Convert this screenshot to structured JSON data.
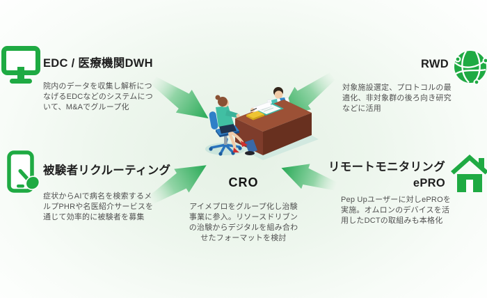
{
  "colors": {
    "icon_green": "#1faa43",
    "arrow_green": "#28a956",
    "title_text": "#1f1f1f",
    "body_text": "#4f4f4f"
  },
  "quadrants": {
    "edc": {
      "icon": "monitor-icon",
      "title": "EDC / 医療機関DWH",
      "body": "院内のデータを収集し解析につ\nなげるEDCなどのシステムにつ\nいて、M&Aでグループ化"
    },
    "rwd": {
      "icon": "globe-network-icon",
      "title": "RWD",
      "body": "対象施設選定、プロトコルの最\n適化、非対象群の後ろ向き研究\nなどに活用"
    },
    "recruiting": {
      "icon": "smartphone-tap-icon",
      "title": "被験者リクルーティング",
      "body": "症状からAIで病名を検索するメ\nルプPHRや名医紹介サービスを\n通じて効率的に被験者を募集"
    },
    "remote": {
      "icon": "house-icon",
      "title": "リモートモニタリング\nePRO",
      "body": "Pep Upユーザーに対しePROを\n実施。オムロンのデバイスを活\n用したDCTの取組みも本格化"
    }
  },
  "center": {
    "title": "CRO",
    "body": "アイメプロをグループ化し治験\n事業に参入。リソースドリブン\nの治験からデジタルを組み合わ\nせたフォーマットを検討",
    "illustration": "doctor-patient-meeting-illustration"
  },
  "arrows": [
    "top-left-to-center",
    "top-right-to-center",
    "bottom-left-to-center",
    "bottom-right-to-center"
  ]
}
